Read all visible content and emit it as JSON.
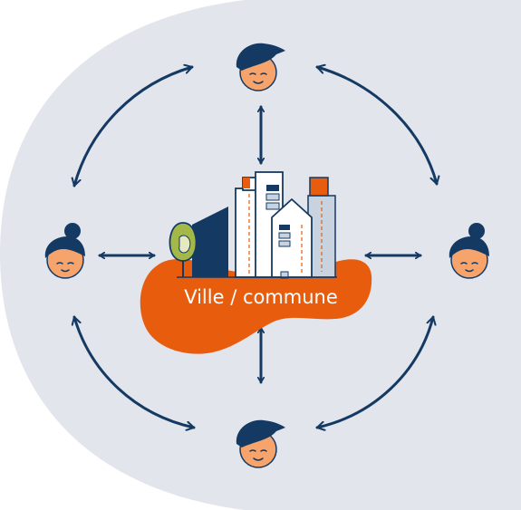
{
  "center": {
    "label": "Ville / commune"
  },
  "nodes": [
    {
      "name": "person-top",
      "hair": "short"
    },
    {
      "name": "person-left",
      "hair": "bun"
    },
    {
      "name": "person-right",
      "hair": "bun"
    },
    {
      "name": "person-bottom",
      "hair": "short"
    }
  ],
  "colors": {
    "background": "#e3e5ec",
    "navy": "#143a63",
    "orange": "#e85c0d",
    "skin": "#f6a46b",
    "white": "#ffffff",
    "light_blue": "#c9d3df",
    "tree_green": "#a4b84a"
  }
}
